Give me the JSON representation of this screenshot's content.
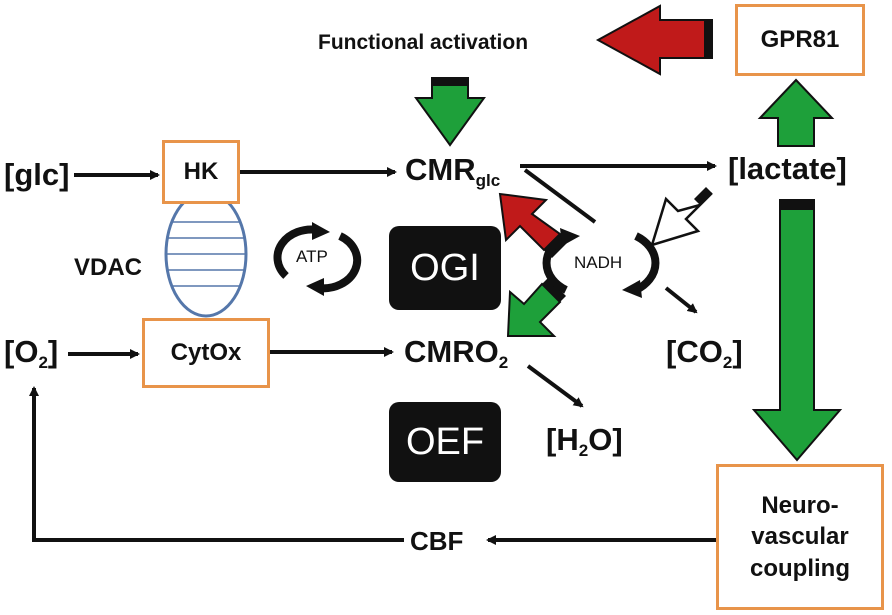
{
  "labels": {
    "functional_activation": "Functional activation",
    "gpr81": "GPR81",
    "glc": "[glc]",
    "hk": "HK",
    "cmr_base": "CMR",
    "cmr_sub": "glc",
    "lactate": "[lactate]",
    "vdac": "VDAC",
    "atp": "ATP",
    "ogi": "OGI",
    "nadh": "NADH",
    "o2_open": "[O",
    "o2_sub": "2",
    "o2_close": "]",
    "cytox": "CytOx",
    "cmro2_base": "CMRO",
    "cmro2_sub": "2",
    "co2_open": "[CO",
    "co2_sub": "2",
    "co2_close": "]",
    "oef": "OEF",
    "h2o_open": "[H",
    "h2o_sub": "2",
    "h2o_close": "O]",
    "neurovascular_line1": "Neuro-",
    "neurovascular_line2": "vascular",
    "neurovascular_line3": "coupling",
    "cbf": "CBF"
  },
  "colors": {
    "box_border": "#e8944a",
    "green_arrow": "#1ea03a",
    "red_arrow": "#c01a1a",
    "vdac_stroke": "#5577aa",
    "block_fill": "#111111"
  }
}
